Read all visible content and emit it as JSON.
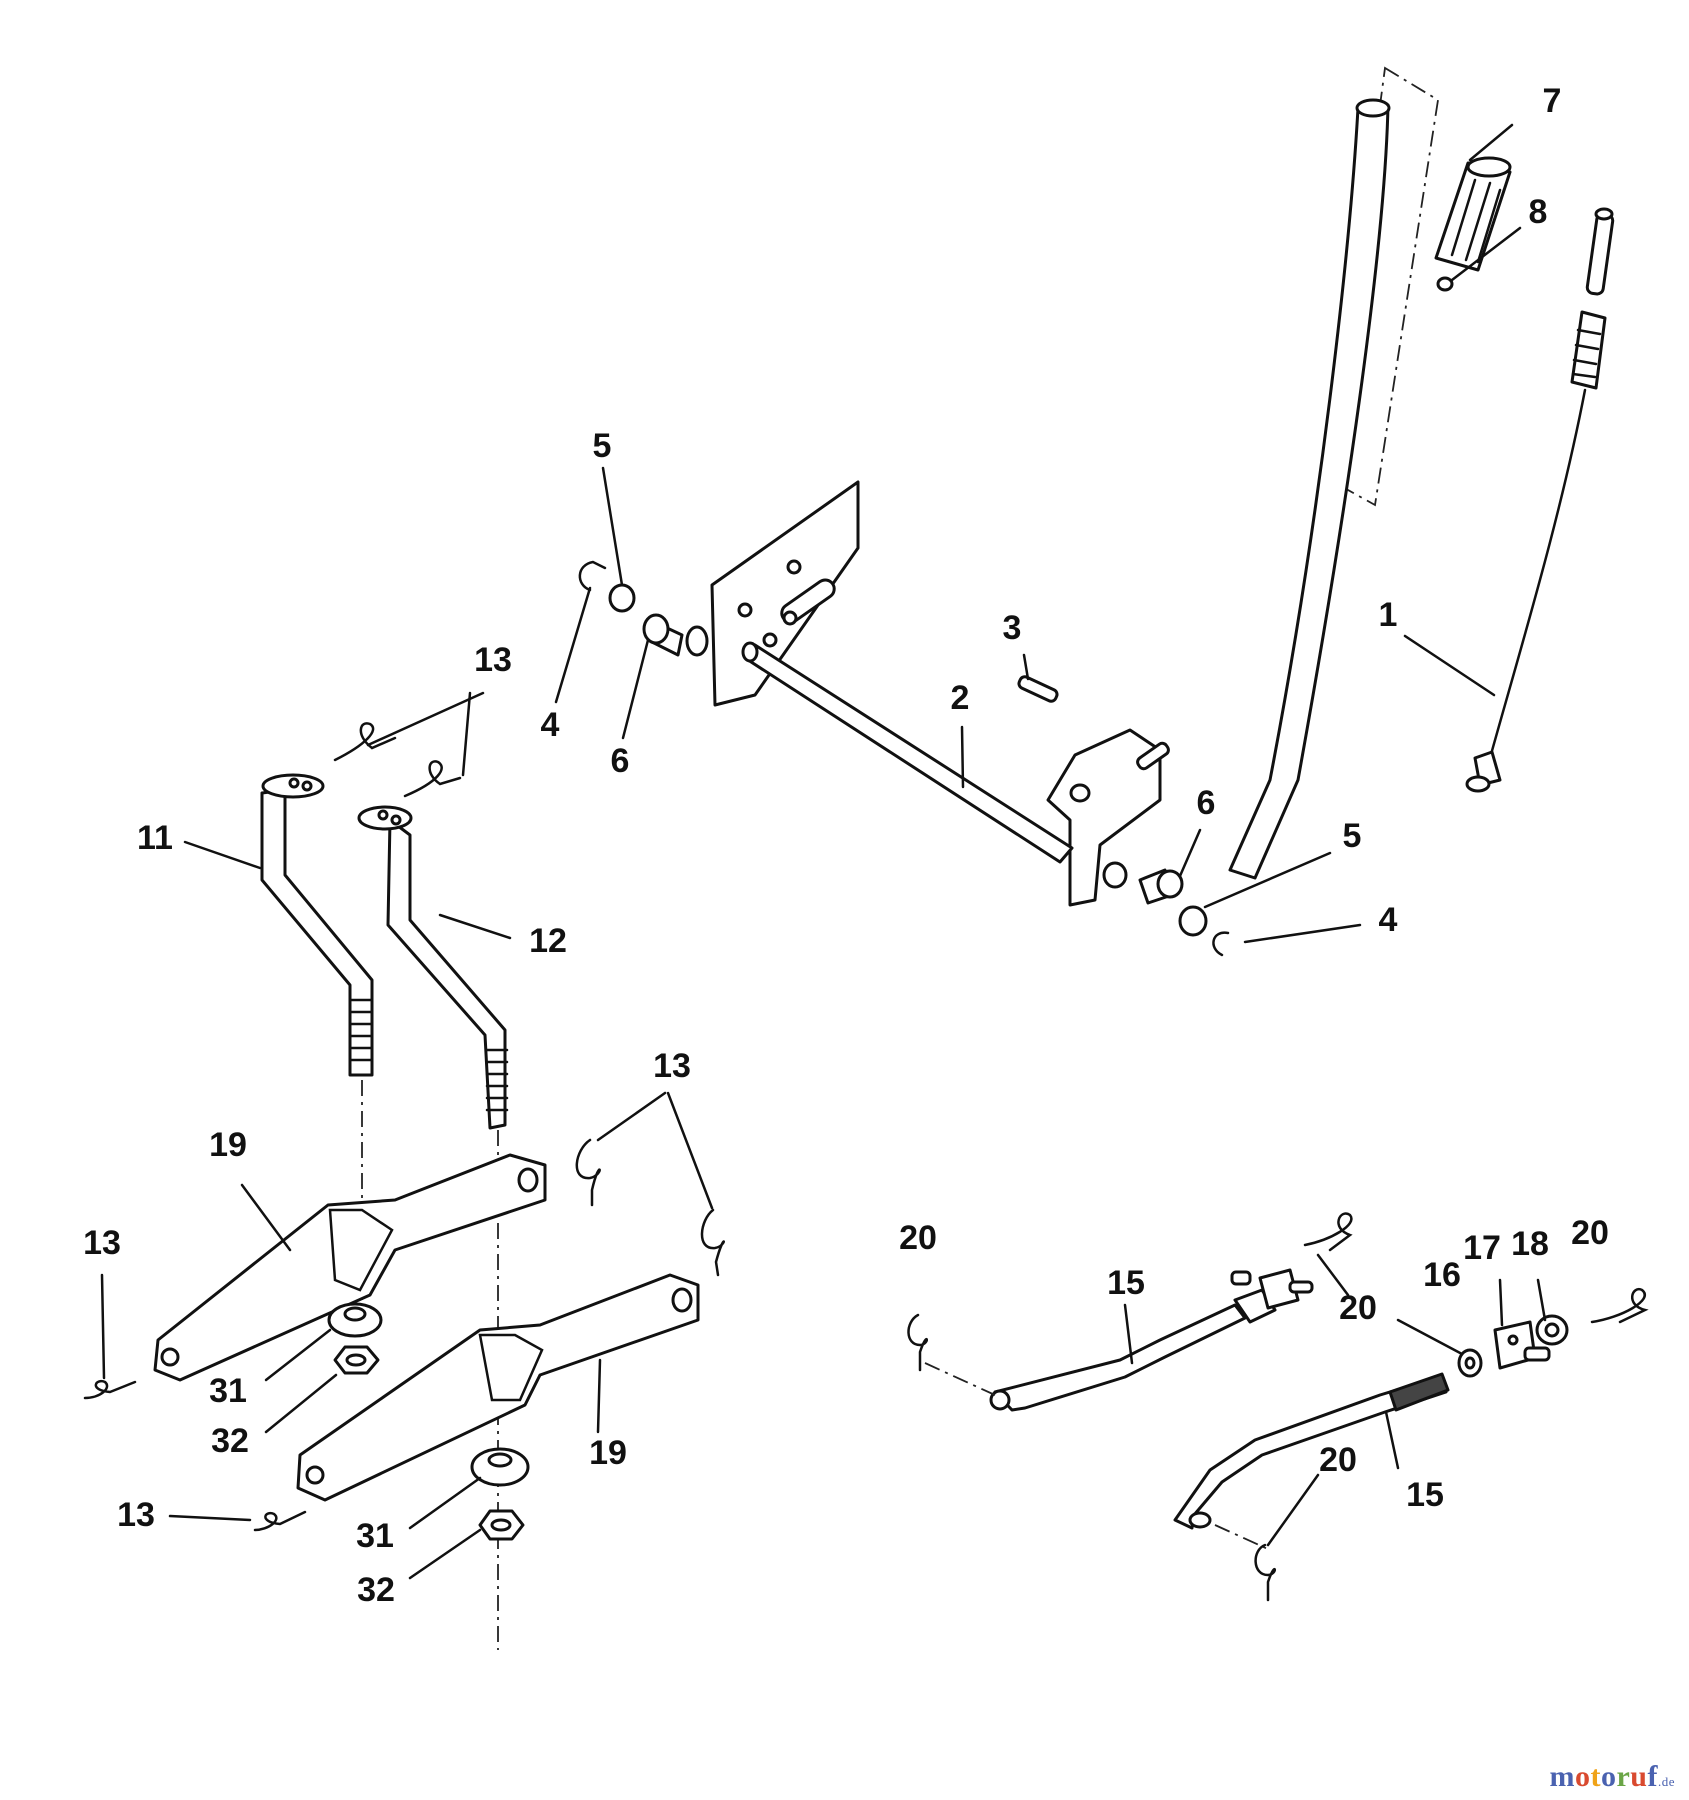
{
  "colors": {
    "line": "#111111",
    "background": "#ffffff",
    "watermark": [
      "#4a62b0",
      "#d94a2f",
      "#f0a318",
      "#4a62b0",
      "#6aa546",
      "#d94a2f"
    ]
  },
  "callouts": [
    "1",
    "2",
    "3",
    "4",
    "5",
    "6",
    "7",
    "8",
    "13",
    "11",
    "12",
    "6",
    "5",
    "4",
    "13",
    "19",
    "13",
    "31",
    "32",
    "19",
    "13",
    "31",
    "32",
    "20",
    "15",
    "20",
    "16",
    "17",
    "18",
    "20",
    "20",
    "15"
  ],
  "watermark": {
    "letters": [
      "m",
      "o",
      "t",
      "o",
      "r",
      "u",
      "f"
    ],
    "suffix": ".de"
  }
}
